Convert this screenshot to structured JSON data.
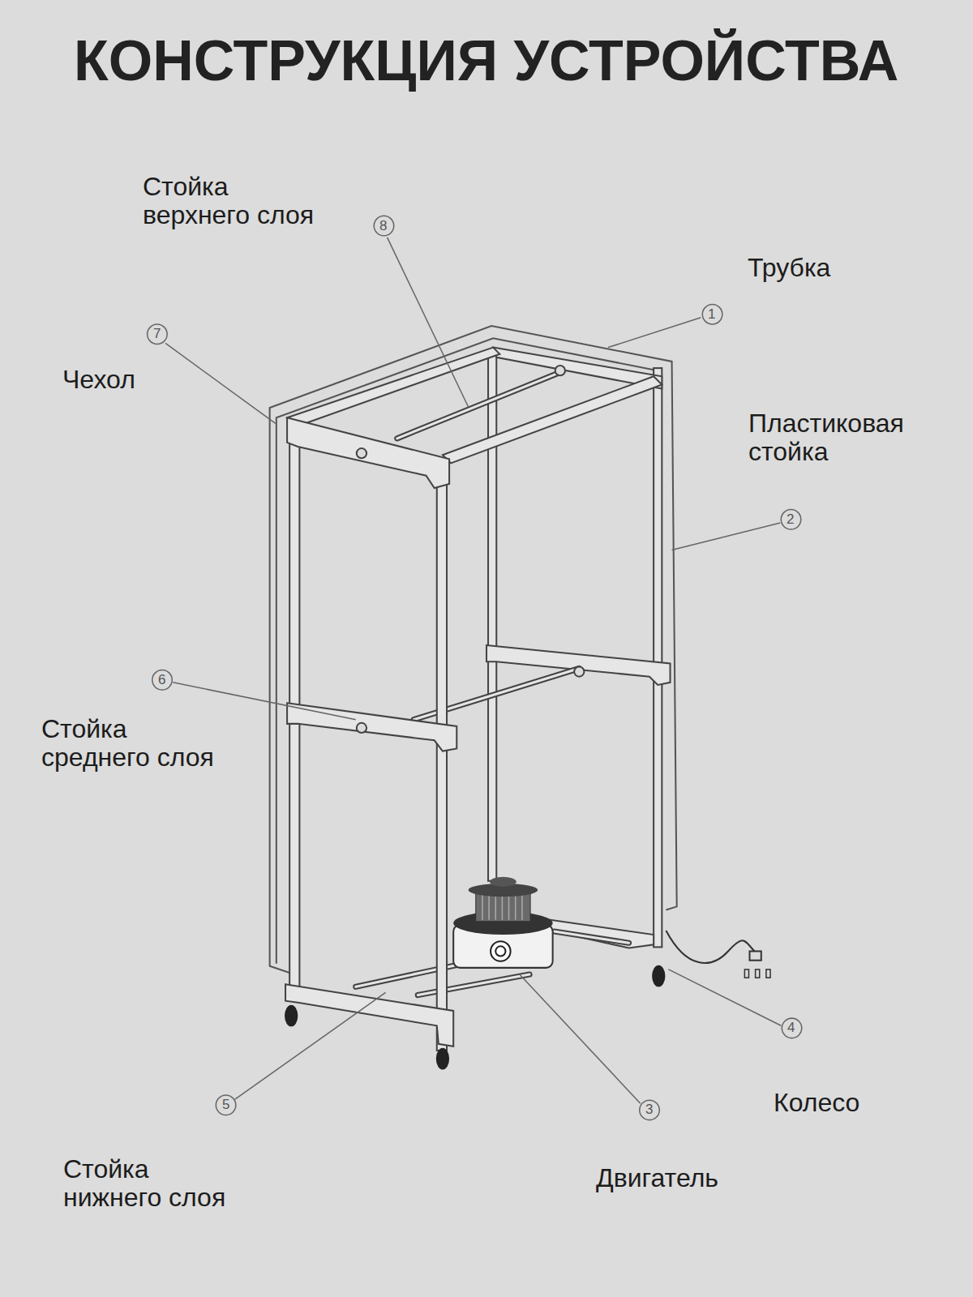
{
  "diagram": {
    "title": "КОНСТРУКЦИЯ УСТРОЙСТВА",
    "labels": [
      "Стойка верхнего слоя",
      "8",
      "Трубка",
      "1",
      "7",
      "Чехол",
      "Пластиковая стойка",
      "2",
      "6",
      "Стойка среднего слоя",
      "4",
      "5",
      "3",
      "Колесо",
      "Стойка нижнего слоя",
      "Двигатель"
    ]
  }
}
